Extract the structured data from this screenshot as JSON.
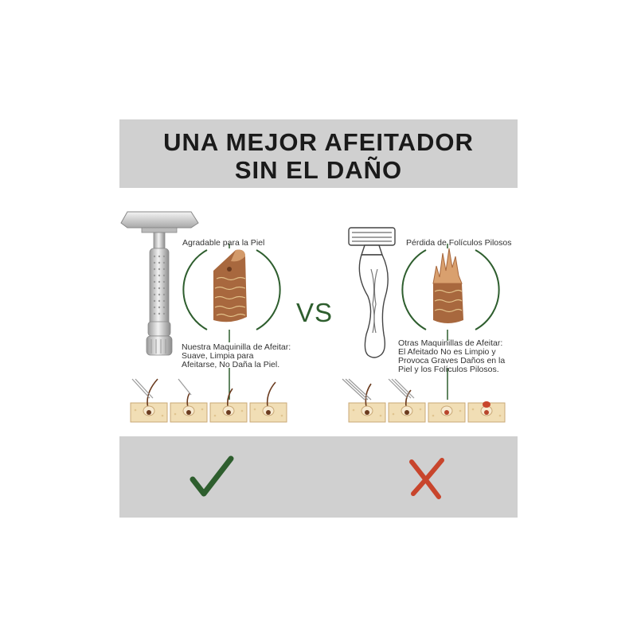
{
  "title": {
    "line1": "UNA MEJOR AFEITADOR",
    "line2": "SIN EL DAÑO"
  },
  "vs": "VS",
  "left": {
    "label": "Agradable para la Piel",
    "description": [
      "Nuestra Maquinilla de Afeitar:",
      "Suave, Limpia para",
      "Afeitarse, No Daña la Piel."
    ],
    "verdict_icon": "check-mark-icon"
  },
  "right": {
    "label": "Pérdida de Folículos Pilosos",
    "description": [
      "Otras Maquinillas de Afeitar:",
      "El Afeitado No es Limpio y",
      "Provoca Graves Daños en la",
      "Piel y los Folículos Pilosos."
    ],
    "verdict_icon": "cross-mark-icon"
  },
  "colors": {
    "banner": "#d0d0d0",
    "check": "#2e5e2e",
    "cross": "#c8452c",
    "circle": "#2e5e2e",
    "hair": "#6b3b1f",
    "skin": "#f1deb5"
  }
}
